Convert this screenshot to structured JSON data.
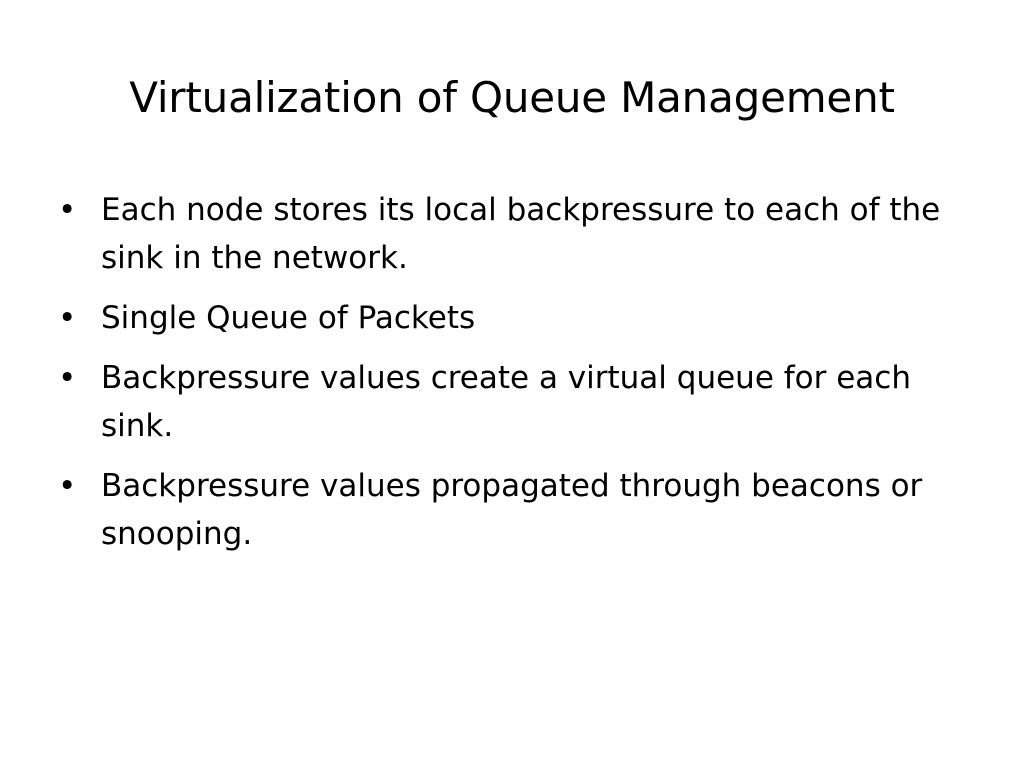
{
  "slide": {
    "title": "Virtualization of Queue Management",
    "bullet_marker": "•",
    "bullets": [
      "Each node stores its local backpressure to each of the sink in the network.",
      "Single Queue of Packets",
      "Backpressure values create a virtual queue for each sink.",
      "Backpressure values propagated through beacons or snooping."
    ]
  }
}
